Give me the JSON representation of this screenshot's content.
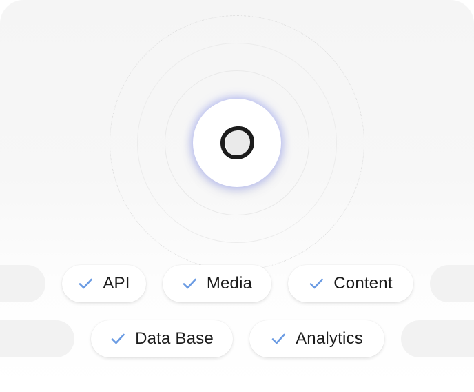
{
  "logo": {
    "icon": "ring-logo-icon",
    "ring_color": "#1c1c1c",
    "glow_color": "#848eec"
  },
  "features": {
    "row1": [
      {
        "label": "API",
        "icon": "check-icon"
      },
      {
        "label": "Media",
        "icon": "check-icon"
      },
      {
        "label": "Content",
        "icon": "check-icon"
      }
    ],
    "row2": [
      {
        "label": "Data Base",
        "icon": "check-icon"
      },
      {
        "label": "Analytics",
        "icon": "check-icon"
      }
    ]
  },
  "colors": {
    "check": "#6a9be3",
    "text": "#1c1c1c",
    "pill_bg": "#ffffff",
    "ghost_pill": "#f2f2f2"
  }
}
